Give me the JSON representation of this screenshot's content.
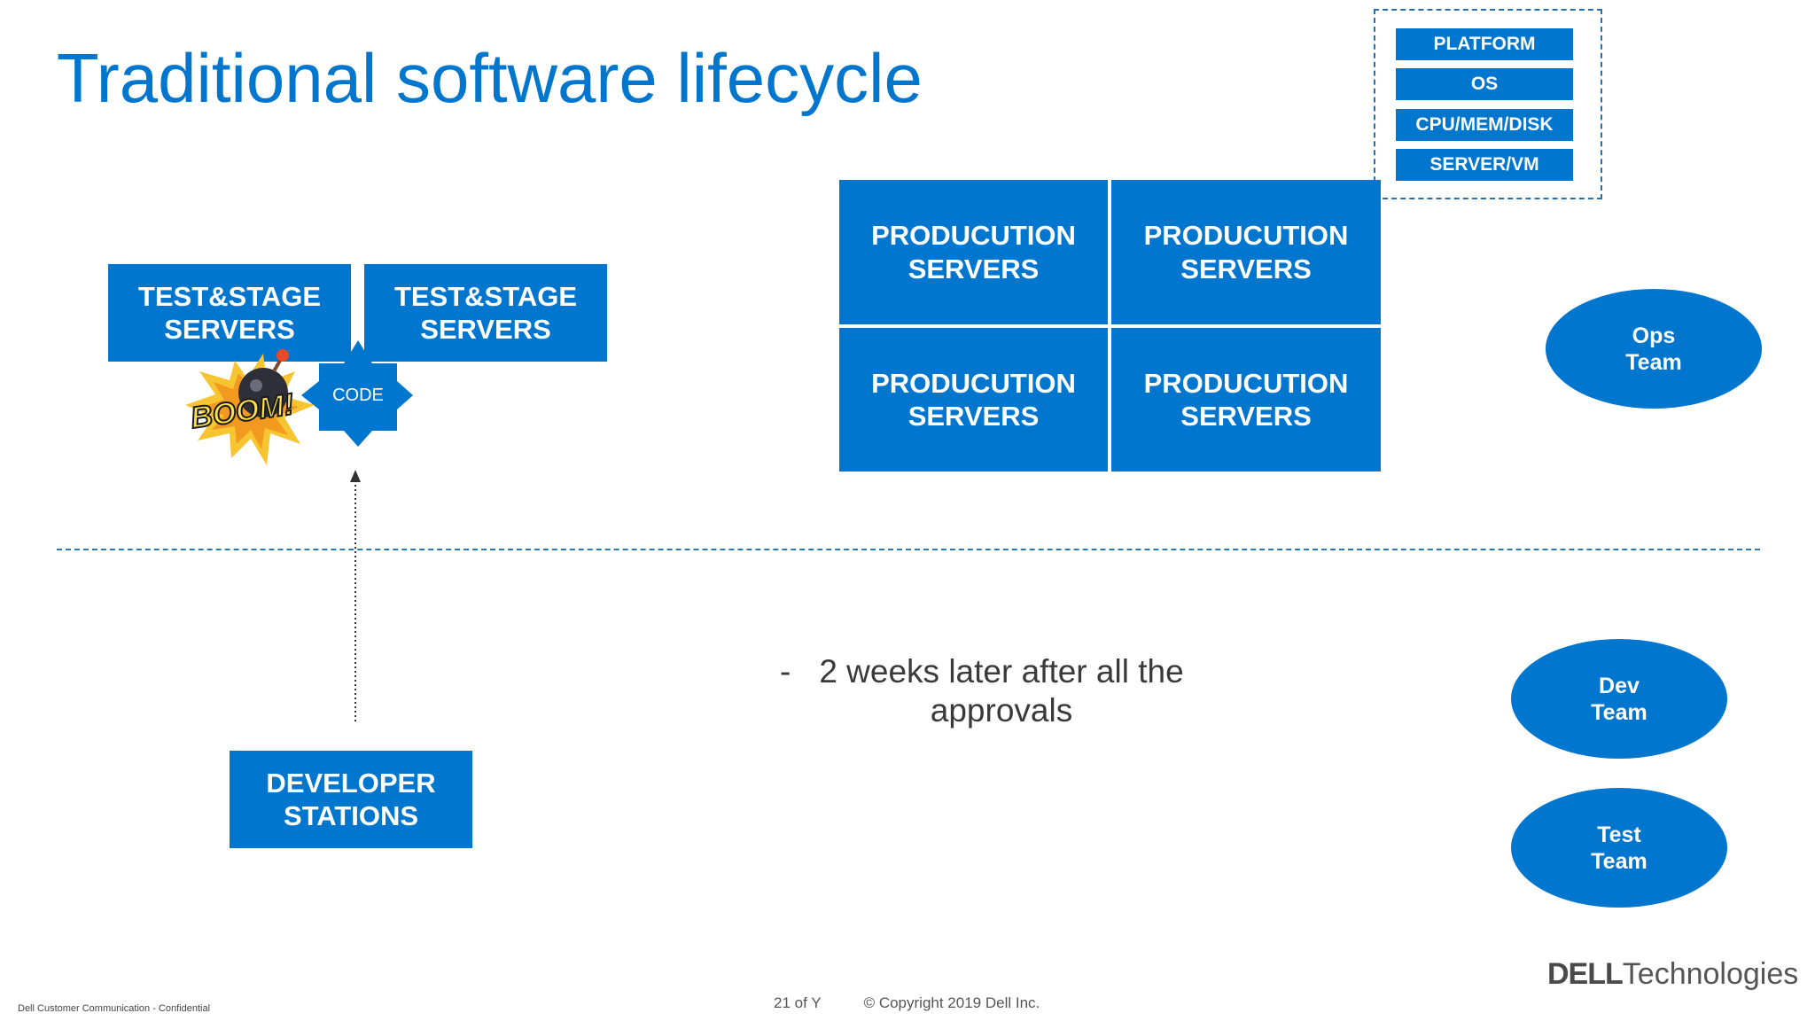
{
  "slide": {
    "title": "Traditional software lifecycle"
  },
  "stack": {
    "items": [
      "PLATFORM",
      "OS",
      "CPU/MEM/DISK",
      "SERVER/VM"
    ]
  },
  "test_stage": {
    "left": "TEST&STAGE\nSERVERS",
    "right": "TEST&STAGE\nSERVERS"
  },
  "code_label": "CODE",
  "boom_label": "BOOM!",
  "production": {
    "top_left": "PRODUCUTION\nSERVERS",
    "top_right": "PRODUCUTION\nSERVERS",
    "bottom_left": "PRODUCUTION\nSERVERS",
    "bottom_right": "PRODUCUTION\nSERVERS"
  },
  "teams": {
    "ops": "Ops\nTeam",
    "dev": "Dev\nTeam",
    "test": "Test\nTeam"
  },
  "developer": "DEVELOPER\nSTATIONS",
  "caption": {
    "dash": "-",
    "text": "2 weeks later after all the approvals"
  },
  "footer": {
    "confidential": "Dell Customer Communication - Confidential",
    "page": "21 of Y",
    "copyright": "© Copyright 2019 Dell Inc."
  },
  "logo": {
    "brand": "DELL",
    "suffix": "Technologies"
  },
  "colors": {
    "accent": "#0076ce",
    "divider": "#2a7ab8"
  }
}
